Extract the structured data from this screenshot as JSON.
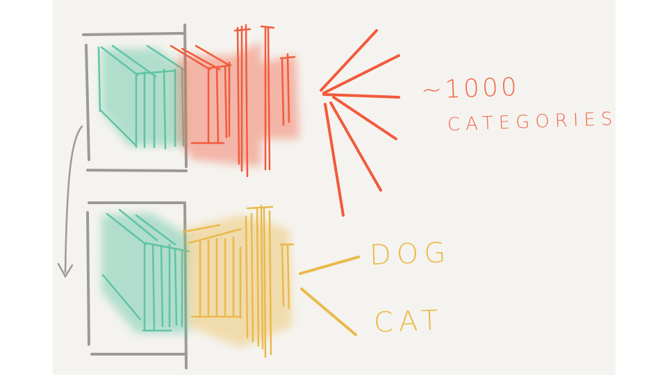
{
  "diagram": {
    "top_network": {
      "output_label_line1": "~1000",
      "output_label_line2": "CATEGORIES"
    },
    "bottom_network": {
      "output_labels": [
        "DOG",
        "CAT"
      ]
    },
    "colors": {
      "background": "#f5f3ef",
      "frame": "#9c9a96",
      "convolutional_layers": "#5ec4a4",
      "top_classifier_layers": "#f25a3c",
      "bottom_classifier_layers": "#eab94a"
    }
  }
}
